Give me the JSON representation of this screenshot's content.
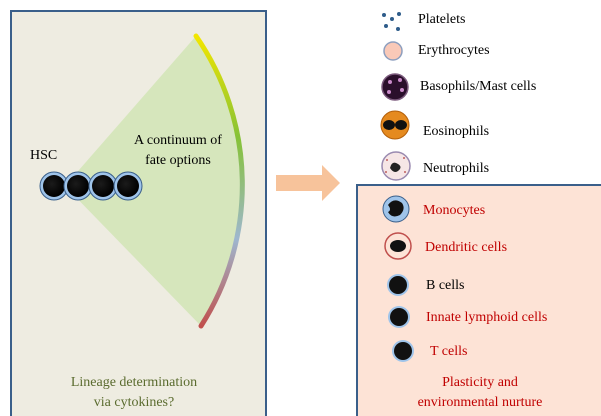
{
  "left": {
    "hsc_label": "HSC",
    "continuum_label": "A continuum of fate options",
    "lineage_label": "Lineage determination via cytokines?"
  },
  "cells": [
    {
      "label": "Platelets",
      "red": false
    },
    {
      "label": "Erythrocytes",
      "red": false
    },
    {
      "label": "Basophils/Mast cells",
      "red": false
    },
    {
      "label": "Eosinophils",
      "red": false
    },
    {
      "label": "Neutrophils",
      "red": false
    },
    {
      "label": "Monocytes",
      "red": true
    },
    {
      "label": "Dendritic cells",
      "red": true
    },
    {
      "label": "B cells",
      "red": false
    },
    {
      "label": "Innate lymphoid cells",
      "red": true
    },
    {
      "label": "T cells",
      "red": true
    }
  ],
  "right": {
    "plasticity_label": "Plasticity and environmental nurture"
  },
  "colors": {
    "panel_border": "#3a5f8a",
    "left_panel_bg": "#eeece1",
    "right_panel_bg": "#fde3d6",
    "wedge": "#d3e5b8",
    "arrow": "#f7c39b",
    "red_text": "#c00000",
    "arc_gradient": [
      "#f2e600",
      "#86c236",
      "#9eb7cf",
      "#c0504d"
    ]
  },
  "icons": [
    "platelet-icon",
    "erythrocyte-icon",
    "basophil-icon",
    "eosinophil-icon",
    "neutrophil-icon",
    "monocyte-icon",
    "dendritic-cell-icon",
    "b-cell-icon",
    "innate-lymphoid-cell-icon",
    "t-cell-icon"
  ]
}
